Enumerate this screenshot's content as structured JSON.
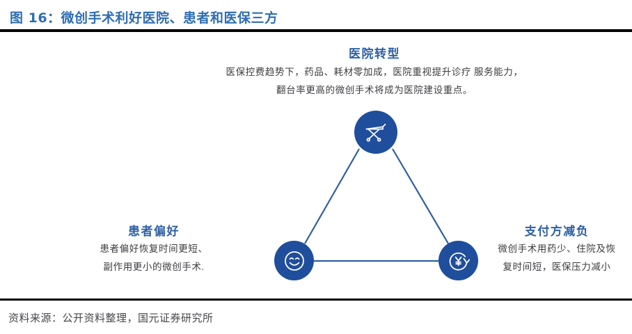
{
  "figure": {
    "title": "图 16：微创手术利好医院、患者和医保三方",
    "title_color": "#2E6DB4",
    "source": "资料来源：公开资料整理，国元证券研究所"
  },
  "theme": {
    "node_fill": "#1F4E9C",
    "edge_color": "#2E5FA3",
    "heading_color": "#2E5FA3",
    "body_color": "#3C3C40",
    "rule_color": "#000000"
  },
  "diagram": {
    "type": "triangle-relationship",
    "nodes": [
      {
        "id": "hospital",
        "position": "top",
        "icon": "hospital-stretcher-icon",
        "heading": "医院转型",
        "body_lines": [
          "医保控费趋势下，药品、耗材零加成，医院重视提升诊疗",
          "服务能力，翻台率更高的微创手术将成为医院建设重点。"
        ]
      },
      {
        "id": "patient",
        "position": "bottom-left",
        "icon": "smiley-face-icon",
        "heading": "患者偏好",
        "body_lines": [
          "患者偏好恢复时间更短、",
          "副作用更小的微创手术."
        ]
      },
      {
        "id": "payer",
        "position": "bottom-right",
        "icon": "yuan-cost-down-icon",
        "heading": "支付方减负",
        "body_lines": [
          "微创手术用药少、住院及恢",
          "复时间短，医保压力减小"
        ]
      }
    ],
    "edges": [
      {
        "from": "hospital",
        "to": "patient"
      },
      {
        "from": "hospital",
        "to": "payer"
      },
      {
        "from": "patient",
        "to": "payer"
      }
    ]
  }
}
